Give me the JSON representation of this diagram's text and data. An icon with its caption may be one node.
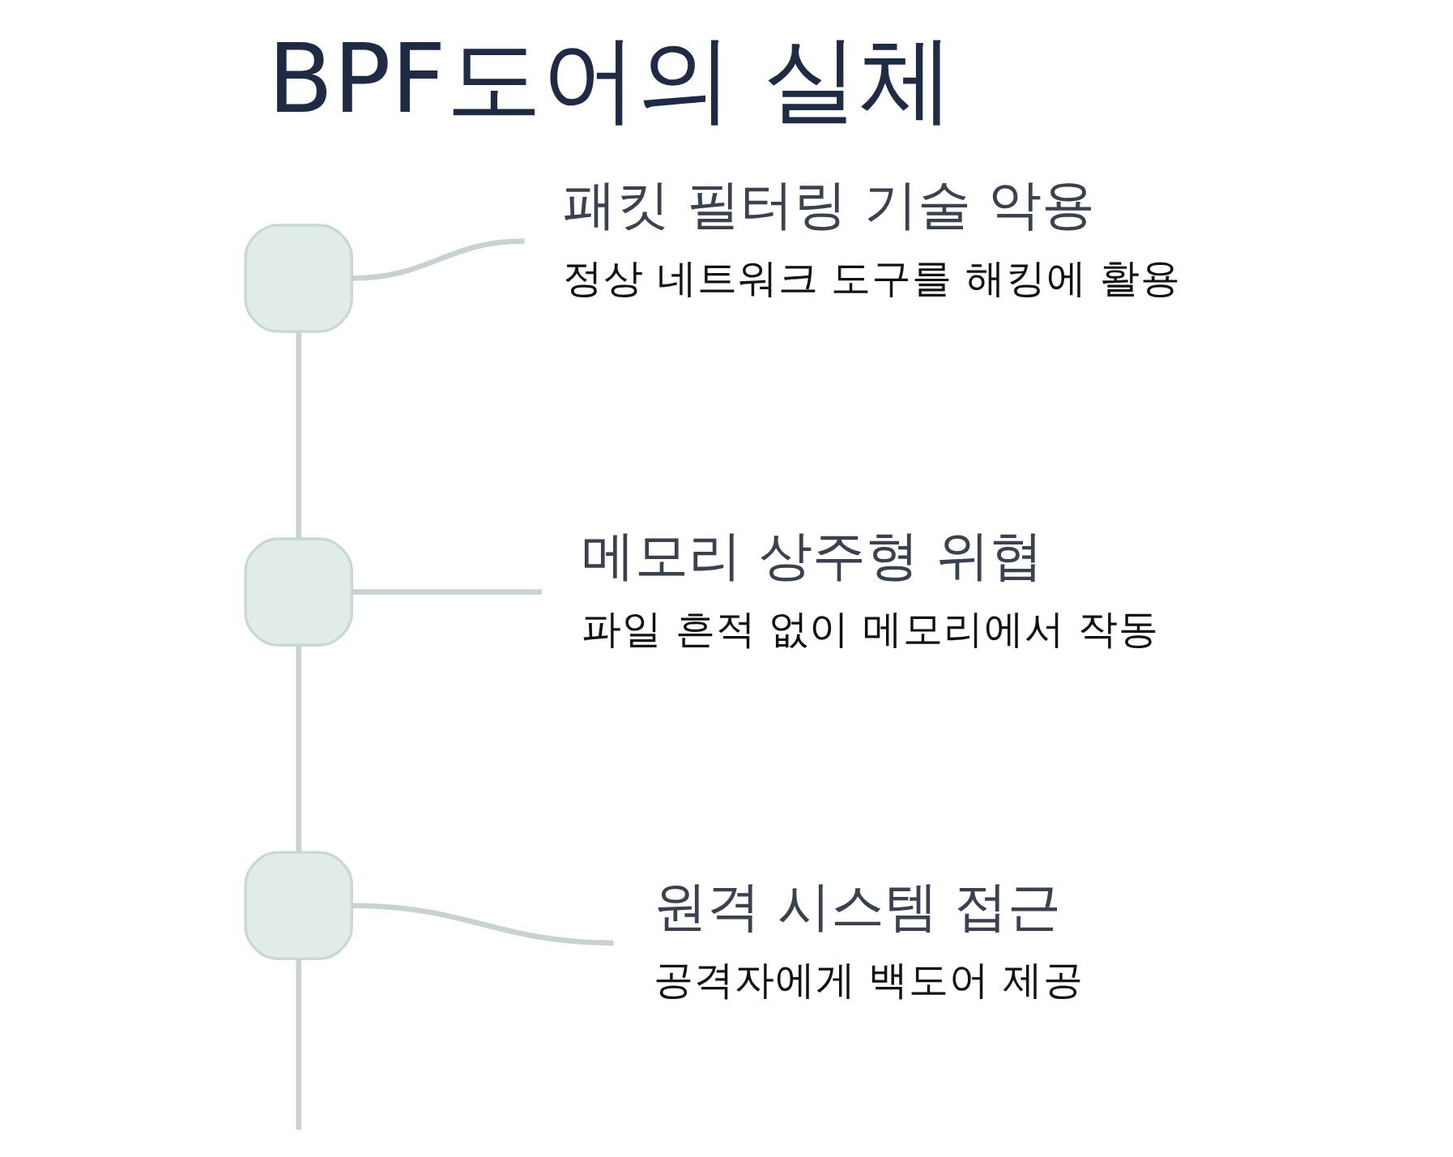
{
  "diagram": {
    "title": "BPF도어의 실체",
    "nodes": [
      {
        "text": [],
        "shape": "box"
      },
      {
        "text": [
          "패킷 필터링 기술 악용",
          "정상 네트워크 도구를 해킹에 활용"
        ]
      },
      {
        "text": [],
        "shape": "box"
      },
      {
        "text": [
          "메모리 상주형 위협",
          "파일 흔적 없이 메모리에서 작동"
        ]
      },
      {
        "text": [],
        "shape": "box"
      },
      {
        "text": [
          "원격 시스템 접근",
          "공격자에게 백도어 제공"
        ]
      }
    ],
    "edges": [
      {
        "from": 0,
        "to": 1,
        "arrow": "none"
      },
      {
        "from": 0,
        "to": 2,
        "arrow": "none"
      },
      {
        "from": 2,
        "to": 3,
        "arrow": "none"
      },
      {
        "from": 2,
        "to": 4,
        "arrow": "none"
      },
      {
        "from": 4,
        "to": 5,
        "arrow": "none"
      },
      {
        "from": 4,
        "to": null,
        "arrow": "none"
      }
    ]
  }
}
